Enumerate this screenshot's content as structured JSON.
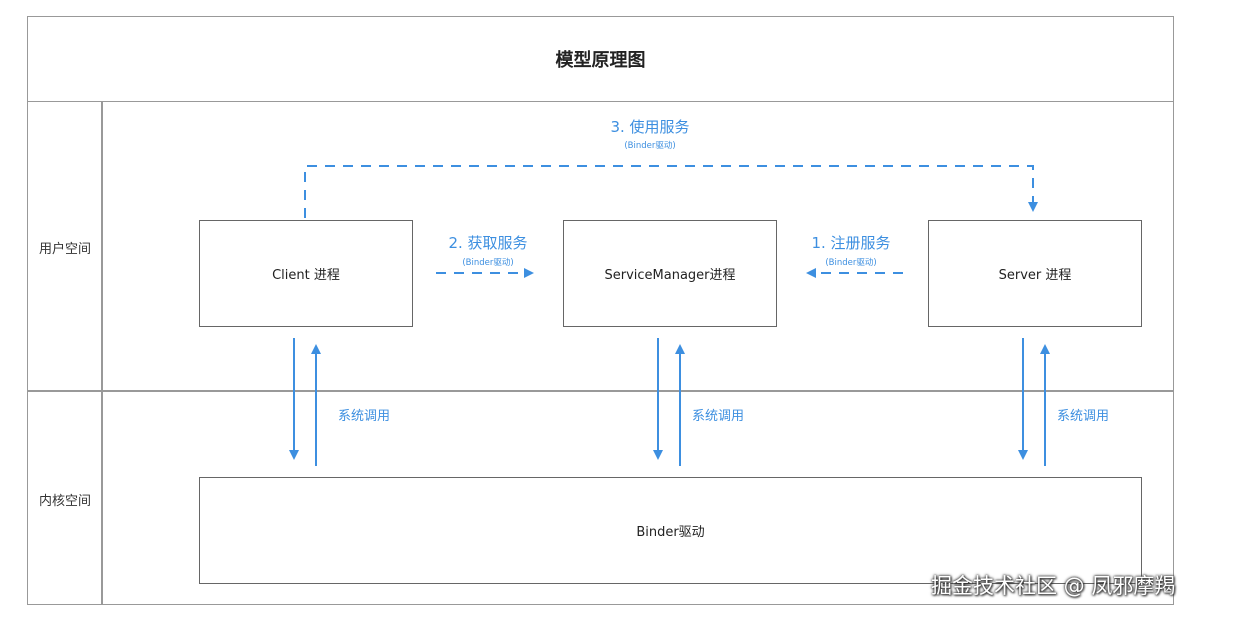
{
  "diagram": {
    "title": "模型原理图",
    "lanes": {
      "user": "用户空间",
      "kernel": "内核空间"
    },
    "boxes": {
      "client": "Client 进程",
      "service_manager": "ServiceManager进程",
      "server": "Server 进程",
      "binder": "Binder驱动"
    },
    "flows": {
      "use_service": {
        "label": "3. 使用服务",
        "sub": "(Binder驱动)"
      },
      "get_service": {
        "label": "2. 获取服务",
        "sub": "(Binder驱动)"
      },
      "register_service": {
        "label": "1. 注册服务",
        "sub": "(Binder驱动)"
      }
    },
    "syscall_label": "系统调用",
    "accent_color": "#3d8fe0"
  },
  "watermark": "掘金技术社区 @ 凤邪摩羯"
}
